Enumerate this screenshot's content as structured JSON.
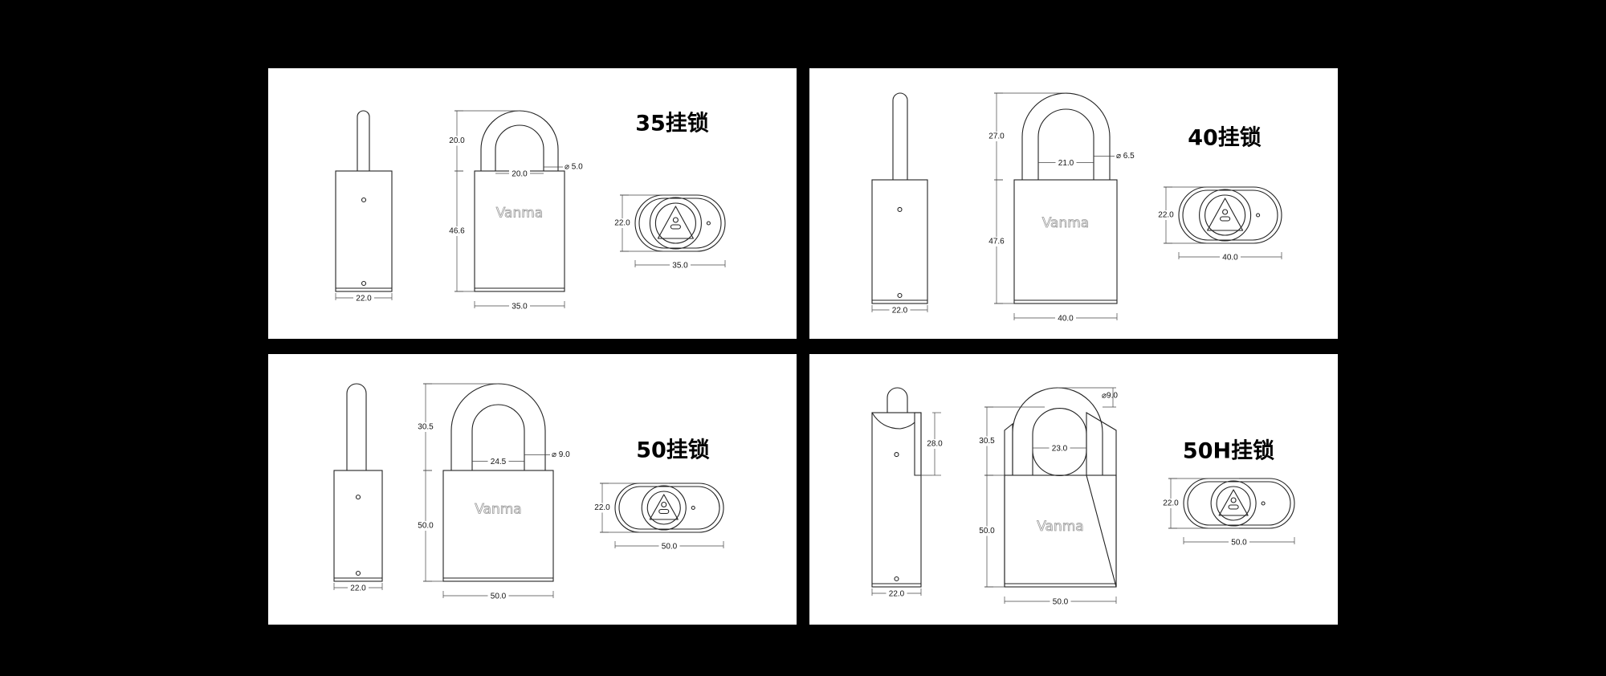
{
  "panels": [
    {
      "title": "35挂锁",
      "brand": "Vanma",
      "dims": {
        "side_width": "22.0",
        "shackle_height": "20.0",
        "body_height": "46.6",
        "shackle_inner_width": "20.0",
        "shackle_diameter": "⌀ 5.0",
        "body_width": "35.0",
        "top_height": "22.0",
        "top_width": "35.0"
      }
    },
    {
      "title": "40挂锁",
      "brand": "Vanma",
      "dims": {
        "side_width": "22.0",
        "shackle_height": "27.0",
        "body_height": "47.6",
        "shackle_inner_width": "21.0",
        "shackle_diameter": "⌀ 6.5",
        "body_width": "40.0",
        "top_height": "22.0",
        "top_width": "40.0"
      }
    },
    {
      "title": "50挂锁",
      "brand": "Vanma",
      "dims": {
        "side_width": "22.0",
        "shackle_height": "30.5",
        "body_height": "50.0",
        "shackle_inner_width": "24.5",
        "shackle_diameter": "⌀ 9.0",
        "body_width": "50.0",
        "top_height": "22.0",
        "top_width": "50.0"
      }
    },
    {
      "title": "50H挂锁",
      "brand": "Vanma",
      "dims": {
        "side_width": "22.0",
        "side_slot_height": "28.0",
        "shackle_height": "30.5",
        "body_height": "50.0",
        "shackle_inner_width": "23.0",
        "shackle_diameter": "⌀9.0",
        "body_width": "50.0",
        "top_height": "22.0",
        "top_width": "50.0"
      }
    }
  ]
}
